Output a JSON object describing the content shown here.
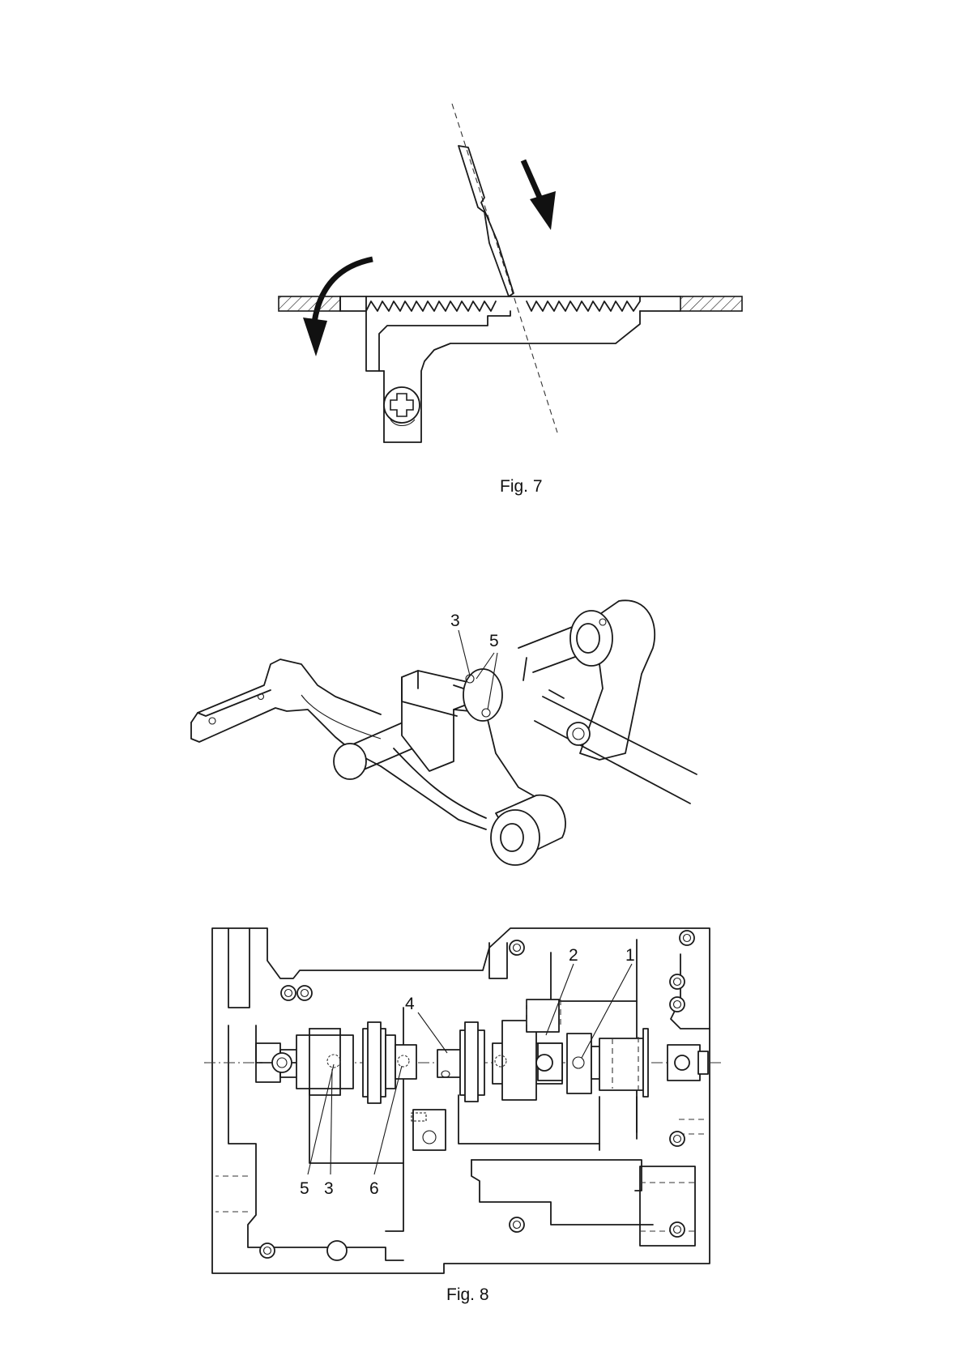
{
  "figures": [
    {
      "caption": "Fig. 7"
    },
    {
      "caption": "Fig. 8"
    }
  ],
  "fig8_top_callouts": [
    "3",
    "5"
  ],
  "fig8_bottom_callouts": [
    "2",
    "1",
    "4",
    "5",
    "3",
    "6"
  ],
  "colors": {
    "ink": "#1a1a1a",
    "paper": "#ffffff"
  }
}
